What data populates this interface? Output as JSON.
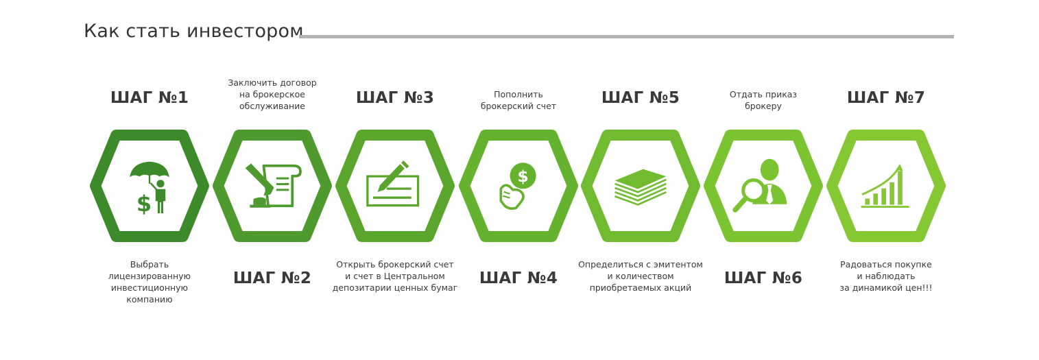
{
  "header": {
    "title": "Как стать инвестором"
  },
  "colors": {
    "title_text": "#333333",
    "rule": "#b3b3b3",
    "step_text": "#3a3a3a",
    "hex_gradient": [
      "#3d8a2a",
      "#4e9a2e",
      "#5aa52c",
      "#65b22f",
      "#70bb2f",
      "#7cc332",
      "#86c834"
    ]
  },
  "steps": [
    {
      "title": "ШАГ №1",
      "desc": [
        "Выбрать",
        "лицензированную",
        "инвестиционную",
        "компанию"
      ],
      "icon": "umbrella-investor-icon"
    },
    {
      "title": "ШАГ №2",
      "desc": [
        "Заключить договор",
        "на брокерское",
        "обслуживание"
      ],
      "icon": "contract-pen-icon"
    },
    {
      "title": "ШАГ №3",
      "desc": [
        "Открыть брокерский счет",
        "и счет в Центральном",
        "депозитарии ценных бумаг"
      ],
      "icon": "cheque-pen-icon"
    },
    {
      "title": "ШАГ №4",
      "desc": [
        "Пополнить",
        "брокерский счет"
      ],
      "icon": "hand-coin-icon"
    },
    {
      "title": "ШАГ №5",
      "desc": [
        "Определиться с эмитентом",
        "и количеством",
        "приобретаемых акций"
      ],
      "icon": "money-stack-icon"
    },
    {
      "title": "ШАГ №6",
      "desc": [
        "Отдать приказ",
        "брокеру"
      ],
      "icon": "broker-magnifier-icon"
    },
    {
      "title": "ШАГ №7",
      "desc": [
        "Радоваться покупке",
        "и наблюдать",
        "за динамикой цен!!!"
      ],
      "icon": "growth-chart-icon"
    }
  ]
}
